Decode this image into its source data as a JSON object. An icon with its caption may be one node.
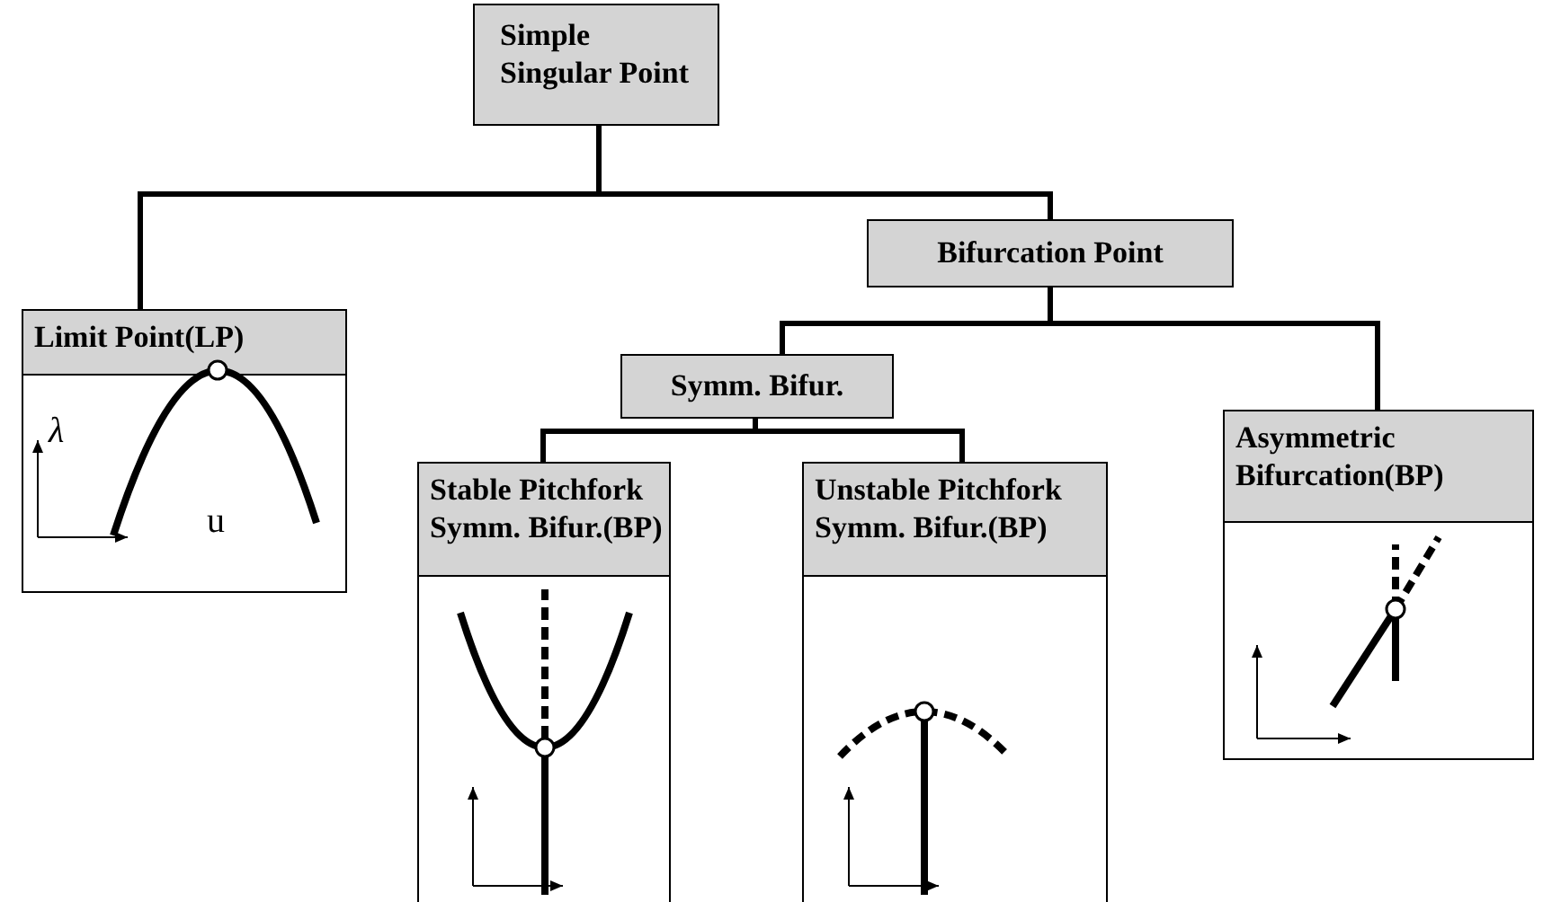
{
  "diagram": {
    "nodes": [
      {
        "text": [
          "Simple Singular Point"
        ]
      },
      {
        "text": [
          "Limit Point(LP)"
        ]
      },
      {
        "text": [
          "Bifurcation Point"
        ]
      },
      {
        "text": [
          "Symm. Bifur."
        ]
      },
      {
        "text": [
          "Asymmetric Bifurcation(BP)"
        ]
      },
      {
        "text": [
          "Stable Pitchfork Symm. Bifur.(BP)"
        ]
      },
      {
        "text": [
          "Unstable Pitchfork Symm. Bifur.(BP)"
        ]
      }
    ],
    "edges": [
      {
        "from": 0,
        "to": 1,
        "arrow": "none"
      },
      {
        "from": 0,
        "to": 2,
        "arrow": "none"
      },
      {
        "from": 2,
        "to": 3,
        "arrow": "none"
      },
      {
        "from": 2,
        "to": 4,
        "arrow": "none"
      },
      {
        "from": 3,
        "to": 5,
        "arrow": "none"
      },
      {
        "from": 3,
        "to": 6,
        "arrow": "none"
      }
    ],
    "labels": [
      "λ",
      "u"
    ]
  }
}
